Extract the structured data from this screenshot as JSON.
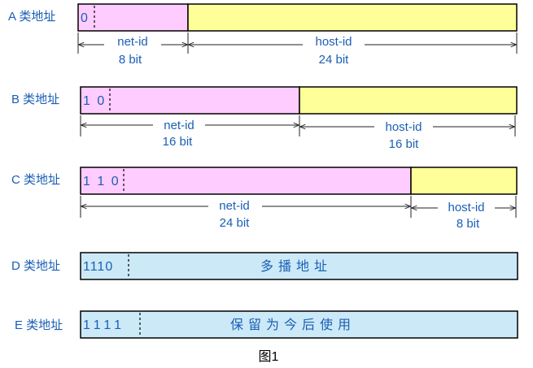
{
  "colors": {
    "net": "#ffccff",
    "host": "#ffff99",
    "special": "#cce9f8",
    "text": "#1a5fb4",
    "border": "#000000"
  },
  "rows": [
    {
      "label": "A 类地址",
      "prefix": "0",
      "net_label": "net-id",
      "net_bits": "8 bit",
      "host_label": "host-id",
      "host_bits": "24 bit"
    },
    {
      "label": "B 类地址",
      "prefix": "1 0",
      "net_label": "net-id",
      "net_bits": "16 bit",
      "host_label": "host-id",
      "host_bits": "16 bit"
    },
    {
      "label": "C 类地址",
      "prefix": "1 1 0",
      "net_label": "net-id",
      "net_bits": "24 bit",
      "host_label": "host-id",
      "host_bits": "8 bit"
    },
    {
      "label": "D 类地址",
      "prefix": "1110",
      "text": "多播地址"
    },
    {
      "label": "E 类地址",
      "prefix": "1111",
      "text": "保留为今后使用"
    }
  ],
  "caption": "图1"
}
